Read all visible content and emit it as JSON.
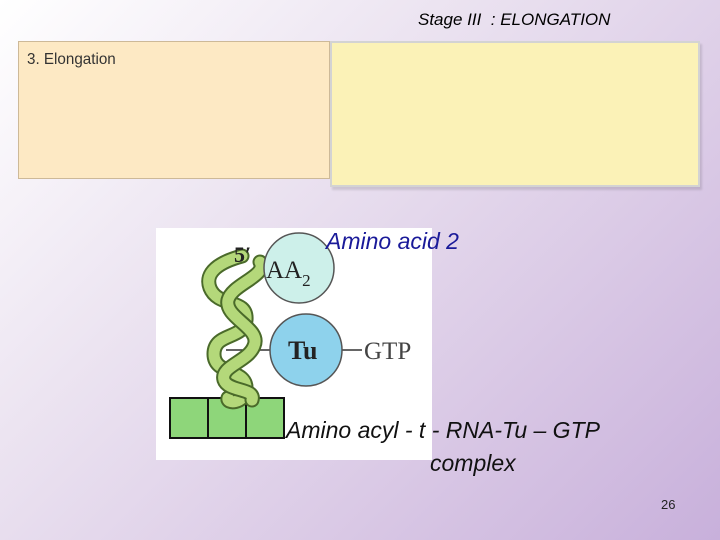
{
  "slide": {
    "title": "Stage III  : ELONGATION",
    "step_label": "3. Elongation",
    "amino_acid_label": "Amino acid 2",
    "complex_label_line1": "Amino acyl - t - RNA-Tu – GTP",
    "complex_label_line2": "complex",
    "page_number": "26"
  },
  "diagram": {
    "five_prime": "5′",
    "aa_text": "AA",
    "aa_subscript": "2",
    "tu_text": "Tu",
    "gtp_text": "GTP"
  },
  "colors": {
    "trna": "#b4d87a",
    "aa_circle": "#cdf0ea",
    "tu_circle": "#8ed2ec",
    "codon_box": "#8ed67a",
    "complex_text": "#1a1a99"
  }
}
